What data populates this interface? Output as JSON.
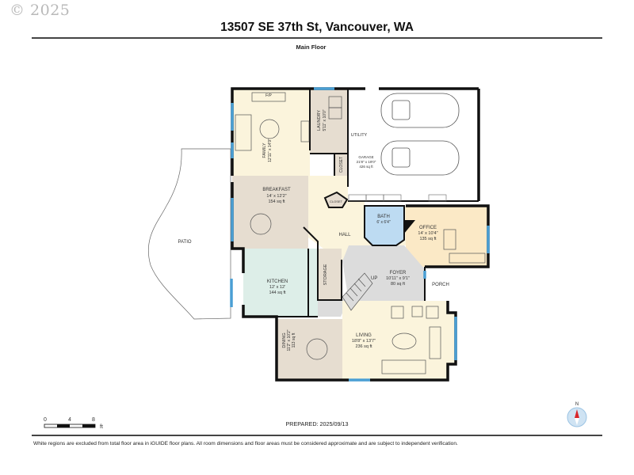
{
  "header": {
    "copyright": "© 2025",
    "address": "13507 SE 37th St, Vancouver, WA",
    "floor_label": "Main Floor"
  },
  "rooms": {
    "family": {
      "name": "FAMILY",
      "dims": "12'11\" x 14'9\"",
      "feature": "F/P"
    },
    "laundry": {
      "name": "LAUNDRY",
      "dims": "5'11\" x 10'0\""
    },
    "utility": {
      "name": "UTILITY"
    },
    "garage": {
      "name": "GARAGE",
      "dims": "21'8\" x 19'0\"",
      "area": "426 sq ft"
    },
    "closet1": {
      "name": "CLOSET"
    },
    "closet2": {
      "name": "CLOSET"
    },
    "breakfast": {
      "name": "BREAKFAST",
      "dims": "14' x 12'2\"",
      "area": "154 sq ft"
    },
    "bath": {
      "name": "BATH",
      "dims": "6' x 6'4\""
    },
    "office": {
      "name": "OFFICE",
      "dims": "14' x 10'4\"",
      "area": "135 sq ft"
    },
    "hall": {
      "name": "HALL"
    },
    "patio": {
      "name": "PATIO"
    },
    "storage": {
      "name": "STORAGE"
    },
    "foyer": {
      "name": "FOYER",
      "dims": "10'11\" x 9'1\"",
      "area": "80 sq ft"
    },
    "up": {
      "name": "UP"
    },
    "porch": {
      "name": "PORCH"
    },
    "kitchen": {
      "name": "KITCHEN",
      "dims": "12' x 12'",
      "area": "144 sq ft"
    },
    "dining": {
      "name": "DINING",
      "dims": "11'2\" x 10'2\"",
      "area": "113 sq ft"
    },
    "living": {
      "name": "LIVING",
      "dims": "18'8\" x 13'7\"",
      "area": "236 sq ft"
    }
  },
  "scale_bar": {
    "ticks": [
      "0",
      "4",
      "8"
    ],
    "unit": "ft"
  },
  "compass": {
    "label": "N"
  },
  "prepared": "PREPARED: 2025/09/13",
  "footer": {
    "disclaimer": "White regions are excluded from total floor area in iGUIDE floor plans. All room dimensions and floor areas must be considered approximate and are subject to independent verification."
  },
  "colors": {
    "cream": "#fbf4dc",
    "beige": "#e6ddd0",
    "mint": "#ddeee8",
    "blue": "#bddbf2",
    "gray": "#dcdcdc",
    "window": "#4a9fd4",
    "wall": "#111111"
  }
}
